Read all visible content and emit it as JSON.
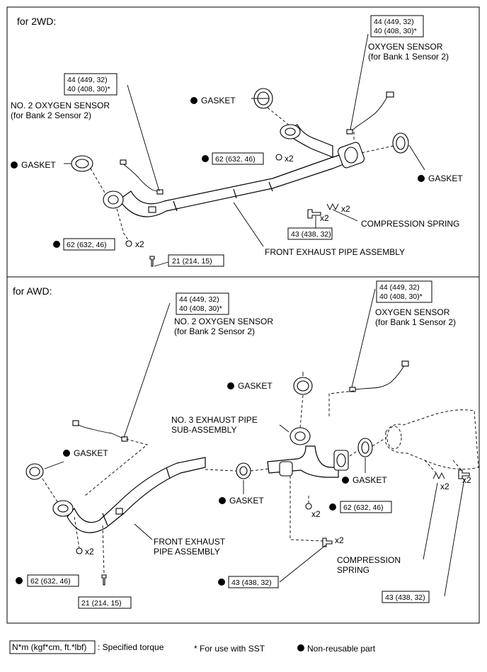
{
  "panel_2wd": {
    "title": "for 2WD:",
    "oxy_torque_1": "44 (449, 32)",
    "oxy_torque_2": "40 (408, 30)*",
    "oxy_sensor_label": "OXYGEN SENSOR",
    "oxy_sensor_sub": "(for Bank 1 Sensor 2)",
    "no2_torque_1": "44 (449, 32)",
    "no2_torque_2": "40 (408, 30)*",
    "no2_label": "NO. 2 OXYGEN SENSOR",
    "no2_sub": "(for Bank 2 Sensor 2)",
    "gasket_top": "GASKET",
    "gasket_left": "GASKET",
    "gasket_right": "GASKET",
    "torque_nut_mid": "62 (632, 46)",
    "x2_nut_mid": "x2",
    "torque_nut_left": "62 (632, 46)",
    "x2_nut_left": "x2",
    "x2_bolt": "x2",
    "x2_spring": "x2",
    "compression_spring": "COMPRESSION SPRING",
    "torque_bolt": "43 (438, 32)",
    "front_pipe": "FRONT EXHAUST PIPE ASSEMBLY",
    "torque_21": "21 (214, 15)"
  },
  "panel_awd": {
    "title": "for AWD:",
    "no2_torque_1": "44 (449, 32)",
    "no2_torque_2": "40 (408, 30)*",
    "no2_label": "NO. 2 OXYGEN SENSOR",
    "no2_sub": "(for Bank 2 Sensor 2)",
    "oxy_torque_1": "44 (449, 32)",
    "oxy_torque_2": "40 (408, 30)*",
    "oxy_sensor_label": "OXYGEN SENSOR",
    "oxy_sensor_sub": "(for Bank 1 Sensor 2)",
    "gasket_upper": "GASKET",
    "no3_label_1": "NO. 3 EXHAUST PIPE",
    "no3_label_2": "SUB-ASSEMBLY",
    "gasket_left": "GASKET",
    "gasket_mid": "GASKET",
    "gasket_right": "GASKET",
    "x2_spring": "x2",
    "x2_bolt_r": "x2",
    "x2_nut_mid": "x2",
    "torque_nut_mid": "62 (632, 46)",
    "x2_bolt_mid": "x2",
    "torque_43_mid": "43 (438, 32)",
    "front_pipe_1": "FRONT EXHAUST",
    "front_pipe_2": "PIPE ASSEMBLY",
    "x2_nut_left": "x2",
    "torque_nut_left": "62 (632, 46)",
    "torque_21": "21 (214, 15)",
    "compression_1": "COMPRESSION",
    "compression_2": "SPRING",
    "torque_43_right": "43 (438, 32)"
  },
  "legend": {
    "torque_box": "N*m (kgf*cm, ft.*lbf)",
    "torque_desc": ": Specified torque",
    "sst_note": "* For use with SST",
    "non_reusable": "Non-reusable part"
  }
}
